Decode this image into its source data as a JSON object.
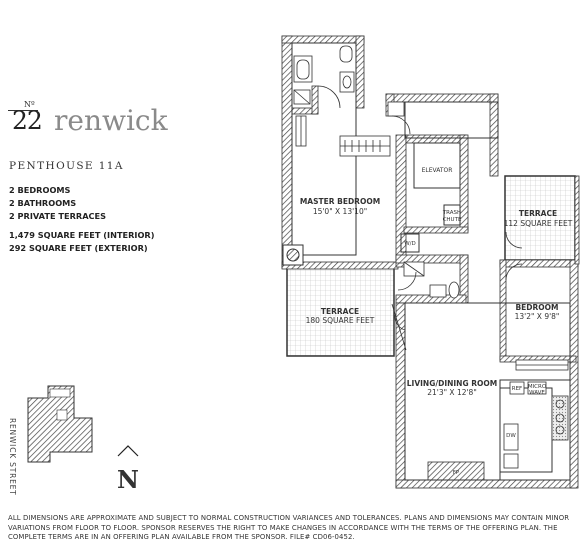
{
  "logo": {
    "no_mark": "Nº",
    "number": "22",
    "name": "renwick"
  },
  "unit": {
    "title": "PENTHOUSE 11A",
    "bedrooms": "2 BEDROOMS",
    "bathrooms": "2 BATHROOMS",
    "terraces": "2 PRIVATE TERRACES",
    "interior": "1,479 SQUARE FEET  (INTERIOR)",
    "exterior": "292 SQUARE FEET  (EXTERIOR)"
  },
  "street_label": "RENWICK STREET",
  "compass": {
    "label": "N"
  },
  "rooms": {
    "master_bedroom": {
      "name": "MASTER BEDROOM",
      "size": "15'0\" X 13'10\""
    },
    "terrace_west": {
      "name": "TERRACE",
      "size": "180 SQUARE FEET"
    },
    "terrace_east": {
      "name": "TERRACE",
      "size": "112 SQUARE FEET"
    },
    "bedroom": {
      "name": "BEDROOM",
      "size": "13'2\" X 9'8\""
    },
    "living_dining": {
      "name": "LIVING/DINING ROOM",
      "size": "21'3\" X 12'8\""
    }
  },
  "labels": {
    "elevator": "ELEVATOR",
    "trash": "TRASH",
    "chute": "CHUTE",
    "wd": "W/D",
    "ref": "REF",
    "micro": "MICRO",
    "wave": "WAVE",
    "dw": "DW",
    "fp": "FP"
  },
  "disclaimer": "ALL DIMENSIONS ARE APPROXIMATE AND SUBJECT TO NORMAL CONSTRUCTION VARIANCES AND TOLERANCES. PLANS AND DIMENSIONS MAY CONTAIN MINOR VARIATIONS FROM FLOOR TO FLOOR. SPONSOR RESERVES THE RIGHT TO MAKE CHANGES IN ACCORDANCE WITH THE TERMS OF THE OFFERING PLAN. THE COMPLETE TERMS ARE IN AN OFFERING PLAN AVAILABLE FROM THE SPONSOR. FILE# CD06-0452."
}
